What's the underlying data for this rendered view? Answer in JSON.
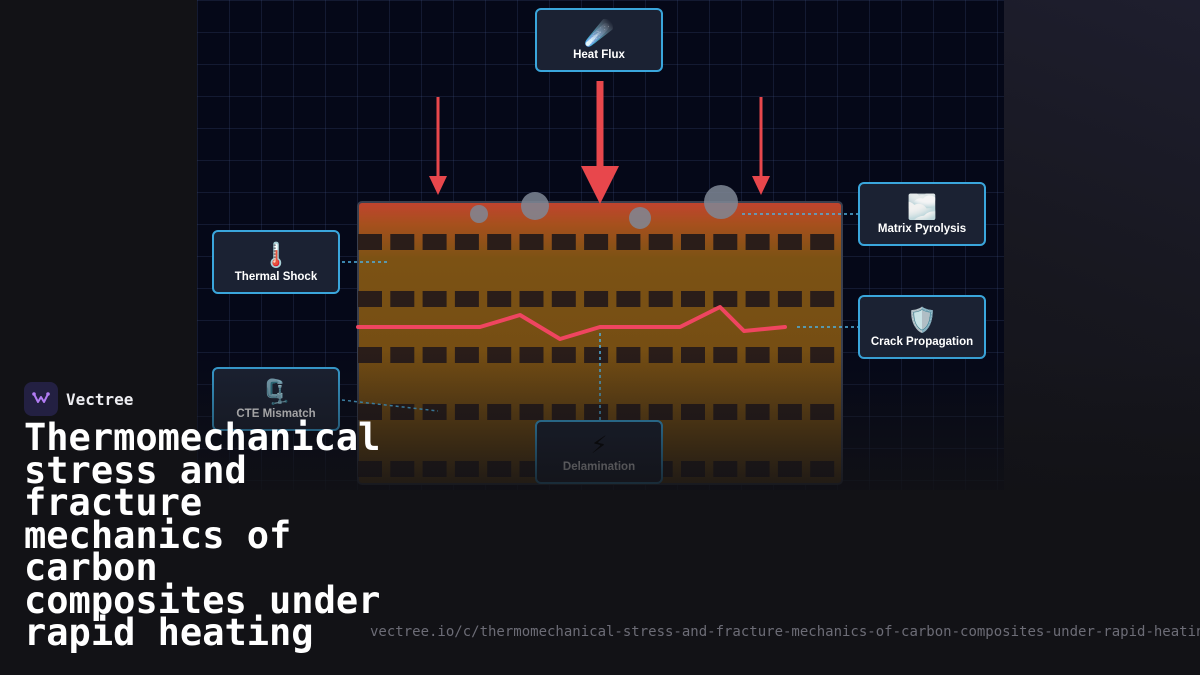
{
  "brand": {
    "name": "Vectree",
    "icon": "vectree-logo-icon"
  },
  "title": "Thermomechanical stress and fracture mechanics of carbon composites under rapid heating",
  "url": "vectree.io/c/thermomechanical-stress-and-fracture-mechanics-of-carbon-composites-under-rapid-heating",
  "diagram": {
    "nodes": {
      "heat_flux": {
        "label": "Heat Flux",
        "icon": "☄️"
      },
      "thermal_shock": {
        "label": "Thermal Shock",
        "icon": "🌡️"
      },
      "cte_mismatch": {
        "label": "CTE Mismatch",
        "icon": "🗜️"
      },
      "matrix_pyrolysis": {
        "label": "Matrix Pyrolysis",
        "icon": "🌫️"
      },
      "crack_propagation": {
        "label": "Crack Propagation",
        "icon": "🛡️"
      },
      "delamination": {
        "label": "Delamination",
        "icon": "⚡"
      }
    },
    "colors": {
      "arrow": "#e8474c",
      "crack": "#ef4560",
      "composite": "#7c5214",
      "hot_surface": "#c1432f",
      "card_border": "#3aa6dc",
      "connector": "#4fb0e0"
    }
  }
}
